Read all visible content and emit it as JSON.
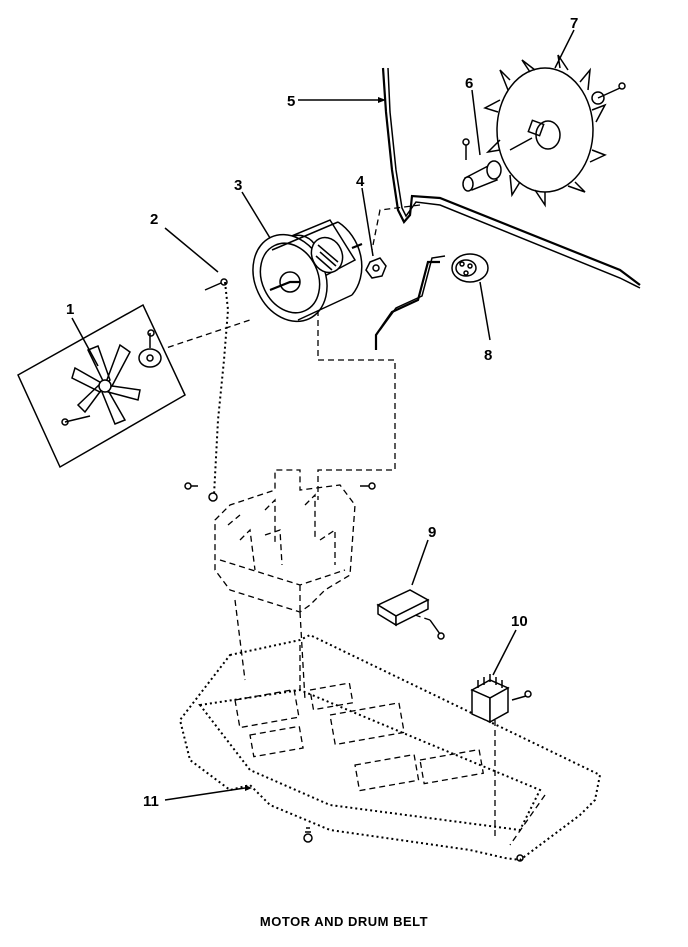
{
  "diagram": {
    "caption": "MOTOR AND DRUM BELT",
    "callouts": [
      {
        "id": "1",
        "label": "1",
        "part": "fan-blade"
      },
      {
        "id": "2",
        "label": "2",
        "part": "ground-wire"
      },
      {
        "id": "3",
        "label": "3",
        "part": "drive-motor"
      },
      {
        "id": "4",
        "label": "4",
        "part": "motor-nut"
      },
      {
        "id": "5",
        "label": "5",
        "part": "drum-belt"
      },
      {
        "id": "6",
        "label": "6",
        "part": "motor-pulley"
      },
      {
        "id": "7",
        "label": "7",
        "part": "blower-wheel"
      },
      {
        "id": "8",
        "label": "8",
        "part": "idler-pulley"
      },
      {
        "id": "9",
        "label": "9",
        "part": "capacitor"
      },
      {
        "id": "10",
        "label": "10",
        "part": "relay"
      },
      {
        "id": "11",
        "label": "11",
        "part": "base-plate"
      }
    ]
  }
}
